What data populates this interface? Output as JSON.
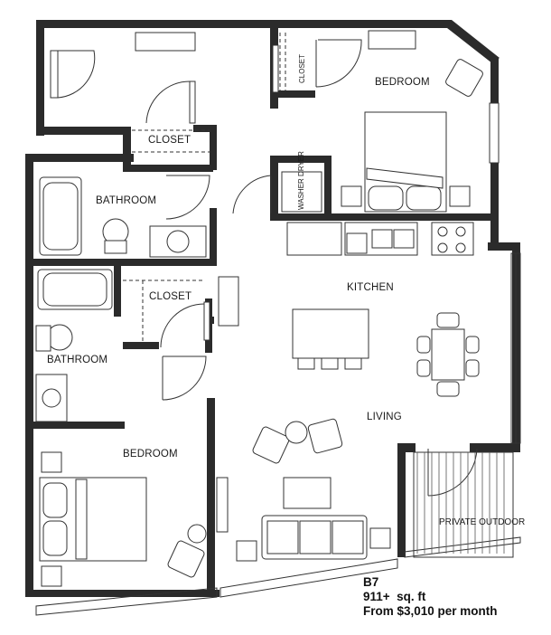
{
  "rooms": {
    "bedroom_top": "BEDROOM",
    "closet_top": "CLOSET",
    "closet_hall": "CLOSET",
    "bathroom_main": "BATHROOM",
    "washer_dryer": "WASHER DRYER",
    "closet_mid": "CLOSET",
    "kitchen": "KITCHEN",
    "bathroom_second": "BATHROOM",
    "living": "LIVING",
    "bedroom_bottom": "BEDROOM",
    "private_outdoor": "PRIVATE OUTDOOR"
  },
  "unit": {
    "name": "B7",
    "area": "911+  sq. ft",
    "price": "From $3,010 per month"
  },
  "colors": {
    "wall": "#2b2b2b",
    "line": "#333333",
    "background": "#ffffff"
  }
}
